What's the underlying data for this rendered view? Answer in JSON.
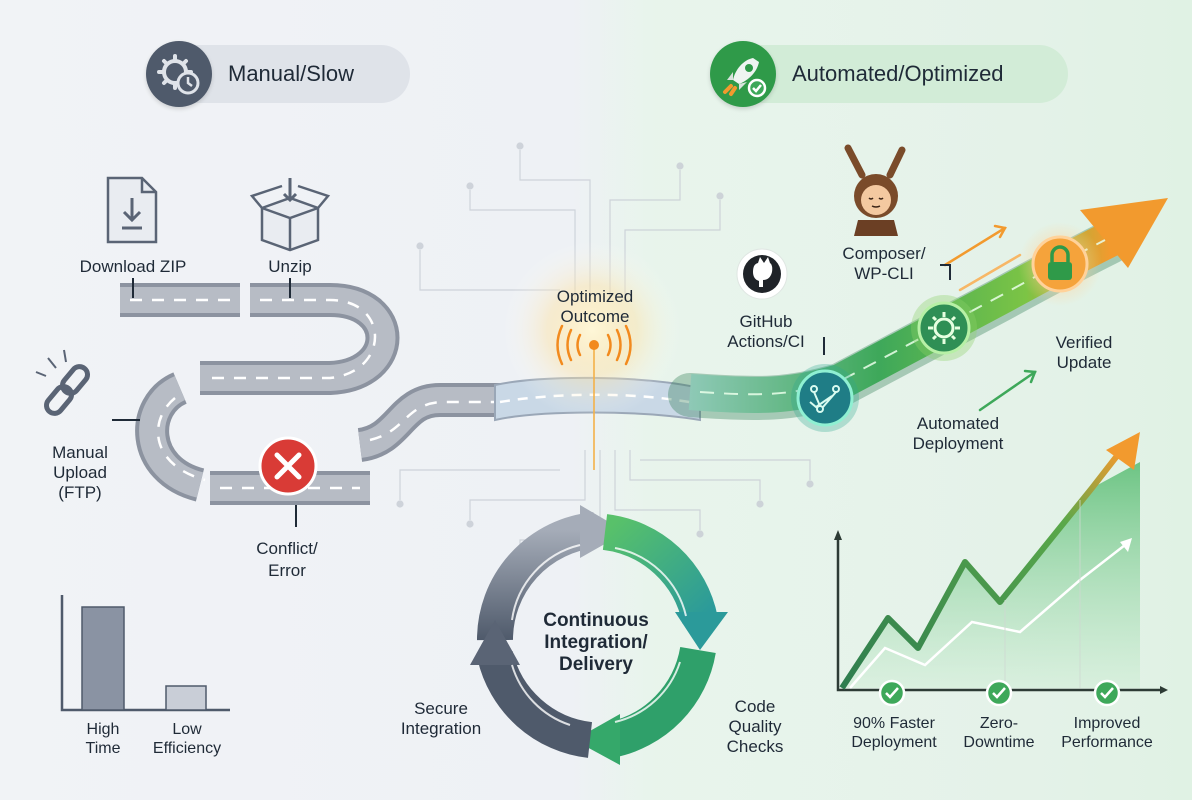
{
  "header": {
    "manual_label": "Manual/Slow",
    "automated_label": "Automated/Optimized"
  },
  "manual_path": {
    "download_zip": "Download ZIP",
    "unzip": "Unzip",
    "manual_upload": [
      "Manual",
      "Upload",
      "(FTP)"
    ],
    "conflict_error": [
      "Conflict/",
      "Error"
    ]
  },
  "center": {
    "optimized_outcome": [
      "Optimized",
      "Outcome"
    ]
  },
  "automated_path": {
    "github_actions": [
      "GitHub",
      "Actions/CI"
    ],
    "composer_wpcli": [
      "Composer/",
      "WP-CLI"
    ],
    "verified_update": [
      "Verified",
      "Update"
    ],
    "automated_deployment": [
      "Automated",
      "Deployment"
    ]
  },
  "ci_cycle": {
    "title": [
      "Continuous",
      "Integration/",
      "Delivery"
    ],
    "secure_integration": [
      "Secure",
      "Integration"
    ],
    "code_quality_checks": [
      "Code",
      "Quality",
      "Checks"
    ]
  },
  "left_bars": {
    "high_time": [
      "High",
      "Time"
    ],
    "low_efficiency": [
      "Low",
      "Efficiency"
    ]
  },
  "benefits": [
    {
      "label": [
        "90% Faster",
        "Deployment"
      ]
    },
    {
      "label": [
        "Zero-",
        "Downtime"
      ]
    },
    {
      "label": [
        "Improved",
        "Performance"
      ]
    }
  ],
  "colors": {
    "manual_gray": "#5a6475",
    "automated_green": "#2f9a49",
    "accent_orange": "#f29a2e",
    "error_red": "#d93b36",
    "road_gray": "#9aa1ad"
  }
}
